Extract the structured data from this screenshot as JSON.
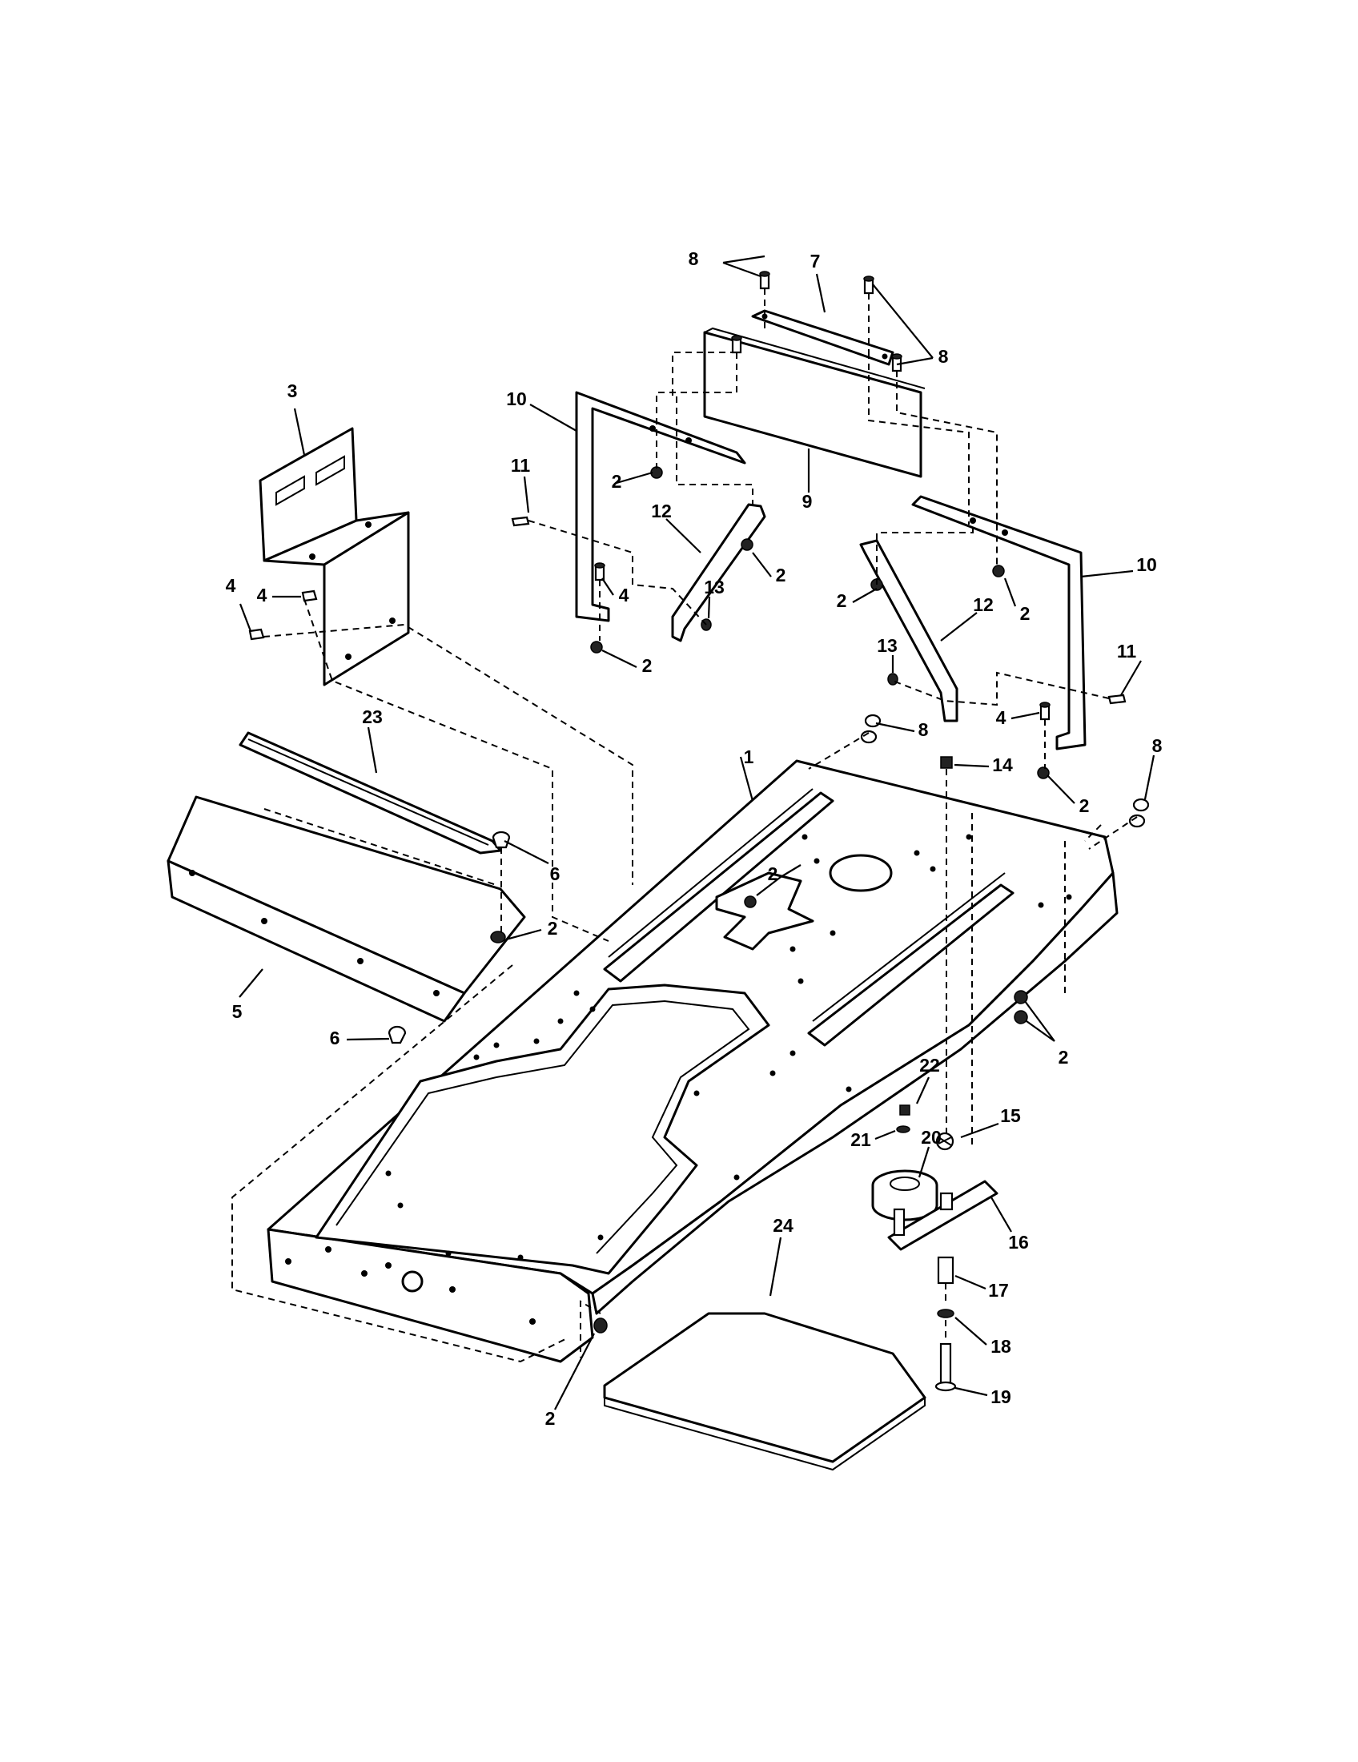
{
  "diagram": {
    "type": "exploded-parts-diagram",
    "colors": {
      "ink": "#000000",
      "paper": "#ffffff"
    },
    "callouts": [
      "1",
      "2",
      "2",
      "2",
      "2",
      "2",
      "2",
      "2",
      "2",
      "2",
      "2",
      "3",
      "4",
      "4",
      "4",
      "4",
      "5",
      "6",
      "6",
      "7",
      "8",
      "8",
      "8",
      "8",
      "9",
      "10",
      "10",
      "11",
      "11",
      "12",
      "12",
      "13",
      "13",
      "14",
      "15",
      "16",
      "17",
      "18",
      "19",
      "20",
      "21",
      "22",
      "23",
      "24"
    ]
  }
}
